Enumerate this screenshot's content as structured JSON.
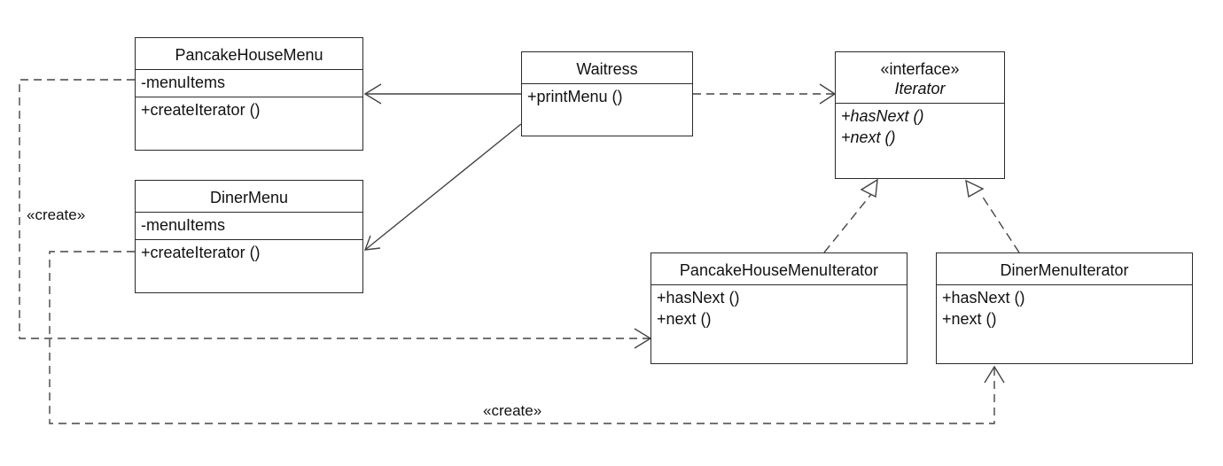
{
  "classes": {
    "pancake_house_menu": {
      "name": "PancakeHouseMenu",
      "attributes": [
        "-menuItems"
      ],
      "operations": [
        "+createIterator ()"
      ]
    },
    "diner_menu": {
      "name": "DinerMenu",
      "attributes": [
        "-menuItems"
      ],
      "operations": [
        "+createIterator ()"
      ]
    },
    "waitress": {
      "name": "Waitress",
      "operations": [
        "+printMenu ()"
      ]
    },
    "iterator": {
      "stereotype": "«interface»",
      "name": "Iterator",
      "operations": [
        "+hasNext ()",
        "+next ()"
      ]
    },
    "pancake_house_menu_iterator": {
      "name": "PancakeHouseMenuIterator",
      "operations": [
        "+hasNext ()",
        "+next ()"
      ]
    },
    "diner_menu_iterator": {
      "name": "DinerMenuIterator",
      "operations": [
        "+hasNext ()",
        "+next ()"
      ]
    }
  },
  "relations": {
    "create_label_left": "«create»",
    "create_label_bottom": "«create»"
  }
}
